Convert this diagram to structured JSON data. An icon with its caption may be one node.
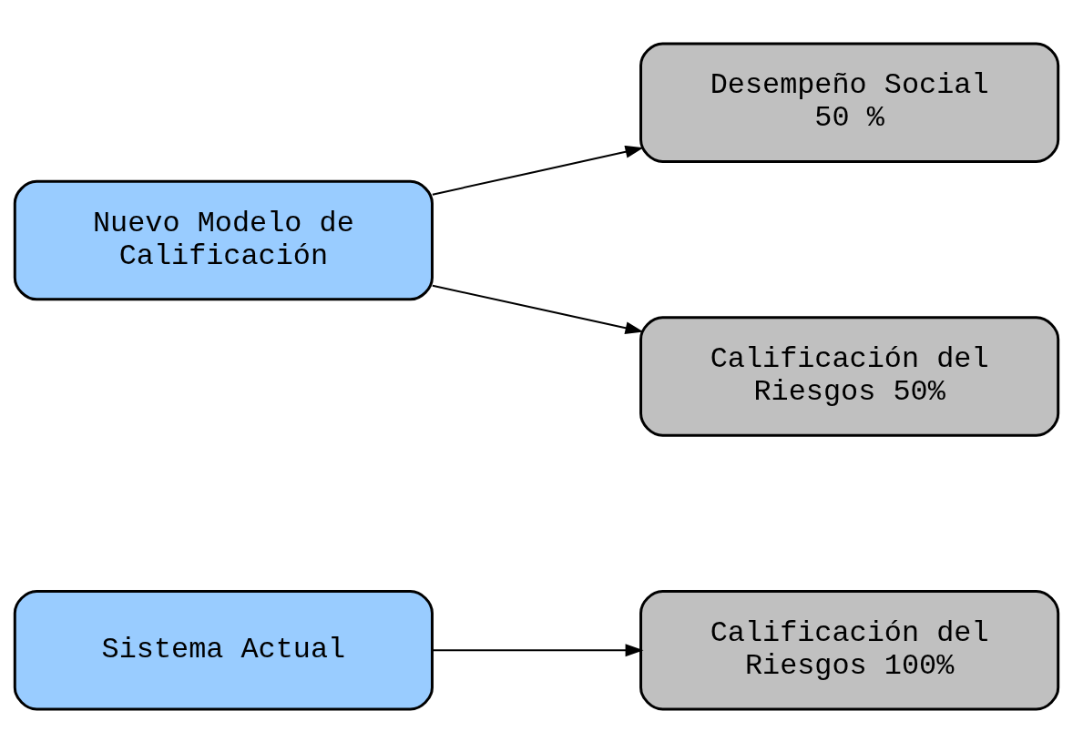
{
  "diagram": {
    "nodes": [
      {
        "text": [
          "Sistema Actual"
        ]
      },
      {
        "text": [
          "Calificación del Riesgos 100%"
        ]
      },
      {
        "text": [
          "Nuevo Modelo de Calificación"
        ]
      },
      {
        "text": [
          "Desempeño Social 50 %"
        ]
      },
      {
        "text": [
          "Calificación del Riesgos 50%"
        ]
      }
    ],
    "edges": [
      {
        "from": 0,
        "to": 1,
        "arrow": "to"
      },
      {
        "from": 2,
        "to": 3,
        "arrow": "to"
      },
      {
        "from": 2,
        "to": 4,
        "arrow": "to"
      }
    ]
  }
}
